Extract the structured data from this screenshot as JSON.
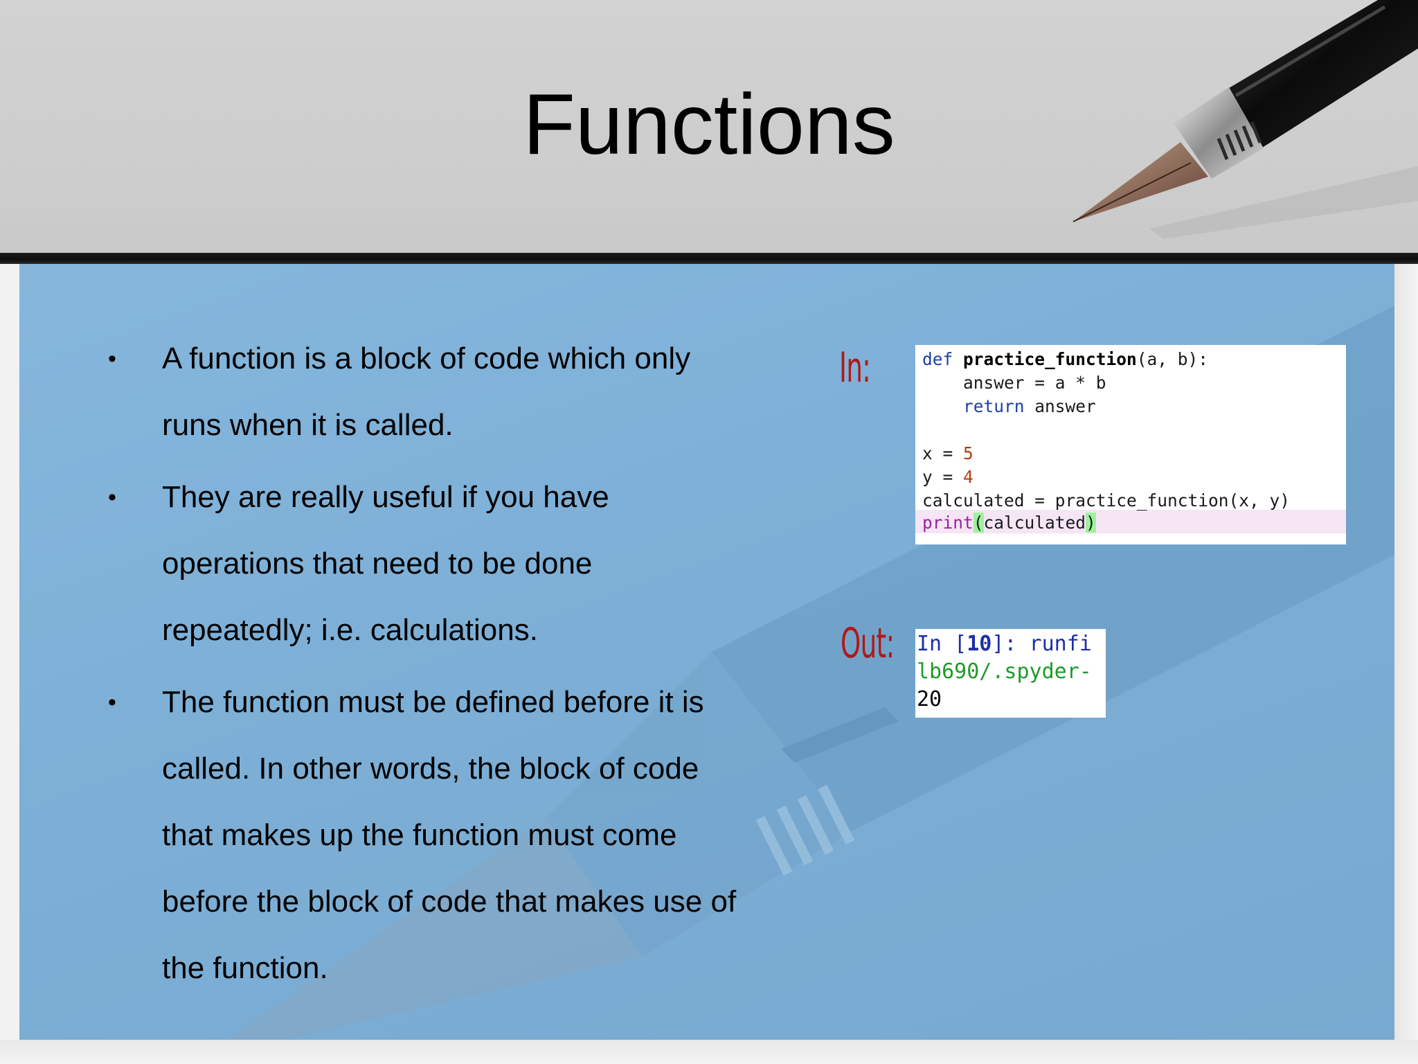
{
  "slide": {
    "title": "Functions",
    "bullets": [
      {
        "lines": [
          "A function is a block of code which only",
          "runs when it is called."
        ]
      },
      {
        "lines": [
          "They are really useful if you have",
          "operations that need to be done",
          "repeatedly; i.e. calculations."
        ]
      },
      {
        "lines": [
          "The function must be defined before it is",
          "called. In other words, the block of code",
          "that makes up the function must come",
          "before the block of code that makes use of",
          "the function."
        ]
      }
    ],
    "bullet_glyph": "•",
    "in_label": "In:",
    "out_label": "Out:"
  },
  "code_in": {
    "line1": {
      "kw": "def",
      "name": "practice_function",
      "args": "(a, b):"
    },
    "line2": "    answer = a * b",
    "line3": {
      "indent": "    ",
      "kw": "return",
      "rest": " answer"
    },
    "line5": {
      "lhs": "x = ",
      "num": "5"
    },
    "line6": {
      "lhs": "y = ",
      "num": "4"
    },
    "line7": "calculated = practice_function(x, y)",
    "line8": {
      "builtin": "print",
      "open": "(",
      "arg": "calculated",
      "close": ")"
    }
  },
  "code_out": {
    "line1": {
      "prefix": "In [",
      "num": "10",
      "suffix": "]: runfi"
    },
    "line2": "lb690/.spyder-",
    "line3": "20"
  },
  "colors": {
    "panel_blue": "#7dafd6",
    "label_red": "#b01818",
    "keyword_blue": "#1f3fa8",
    "number_orange": "#b04010",
    "builtin_purple": "#9a22a0",
    "output_green": "#1d9a2a"
  },
  "icons": {
    "header_decoration": "fountain-pen-icon",
    "background_decoration": "pen-silhouette-icon"
  }
}
